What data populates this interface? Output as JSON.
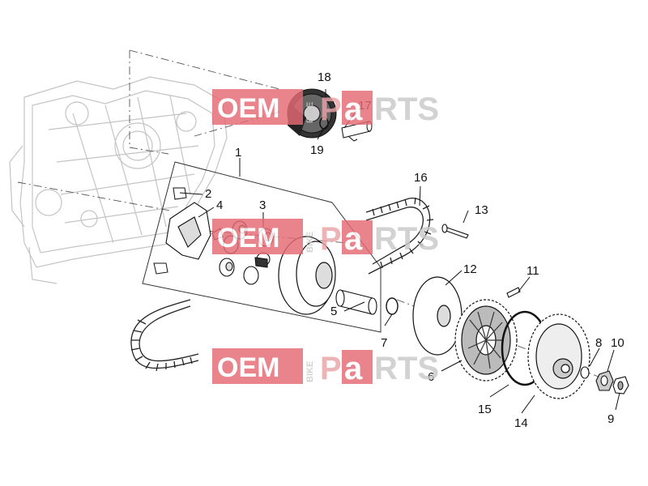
{
  "watermark": {
    "oem": "OEM",
    "bike": "BIKE",
    "p": "P",
    "a": "a",
    "rts": "RTS",
    "colors": {
      "red": "#e56a74",
      "grey": "#c9c9c9"
    }
  },
  "callouts": [
    "1",
    "2",
    "3",
    "4",
    "5",
    "6",
    "7",
    "8",
    "9",
    "10",
    "11",
    "12",
    "13",
    "14",
    "15",
    "16",
    "17",
    "18",
    "19"
  ]
}
